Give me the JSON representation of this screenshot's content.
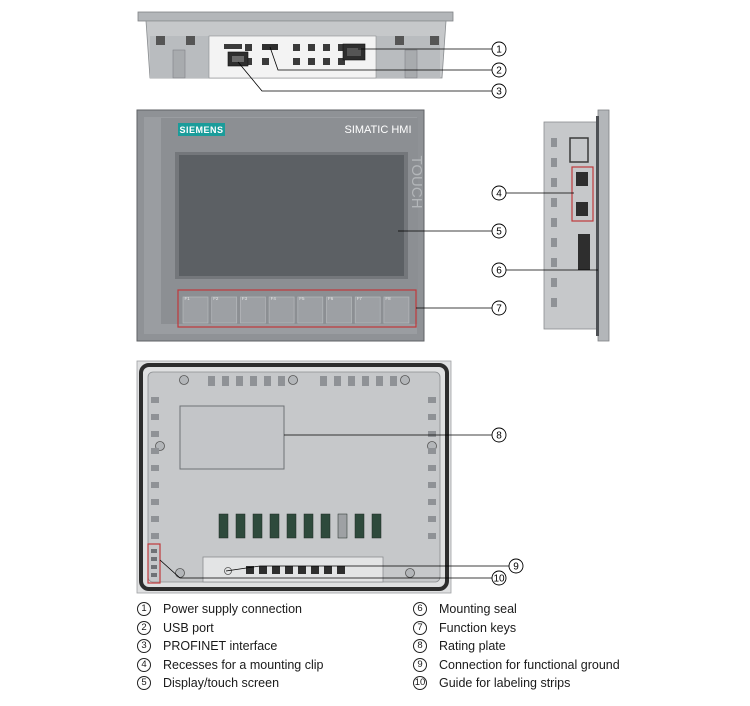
{
  "front": {
    "brand": "SIEMENS",
    "product": "SIMATIC HMI",
    "touch_label": "TOUCH",
    "function_keys": [
      "F1",
      "F2",
      "F3",
      "F4",
      "F5",
      "F6",
      "F7",
      "F8"
    ]
  },
  "callouts": [
    {
      "num": "1",
      "label": "Power supply connection"
    },
    {
      "num": "2",
      "label": "USB port"
    },
    {
      "num": "3",
      "label": "PROFINET interface"
    },
    {
      "num": "4",
      "label": "Recesses for a mounting clip"
    },
    {
      "num": "5",
      "label": "Display/touch screen"
    },
    {
      "num": "6",
      "label": "Mounting seal"
    },
    {
      "num": "7",
      "label": "Function keys"
    },
    {
      "num": "8",
      "label": "Rating plate"
    },
    {
      "num": "9",
      "label": "Connection for functional ground"
    },
    {
      "num": "10",
      "label": "Guide for labeling strips"
    }
  ],
  "colors": {
    "bezel": "#8f9296",
    "bezel_dark": "#6f7276",
    "display": "#5c6064",
    "display_frame": "#74777b",
    "housing": "#c6c8ca",
    "housing_dark": "#9ea1a4",
    "brand_teal": "#1b9c9a",
    "key_border": "#c0393b"
  }
}
